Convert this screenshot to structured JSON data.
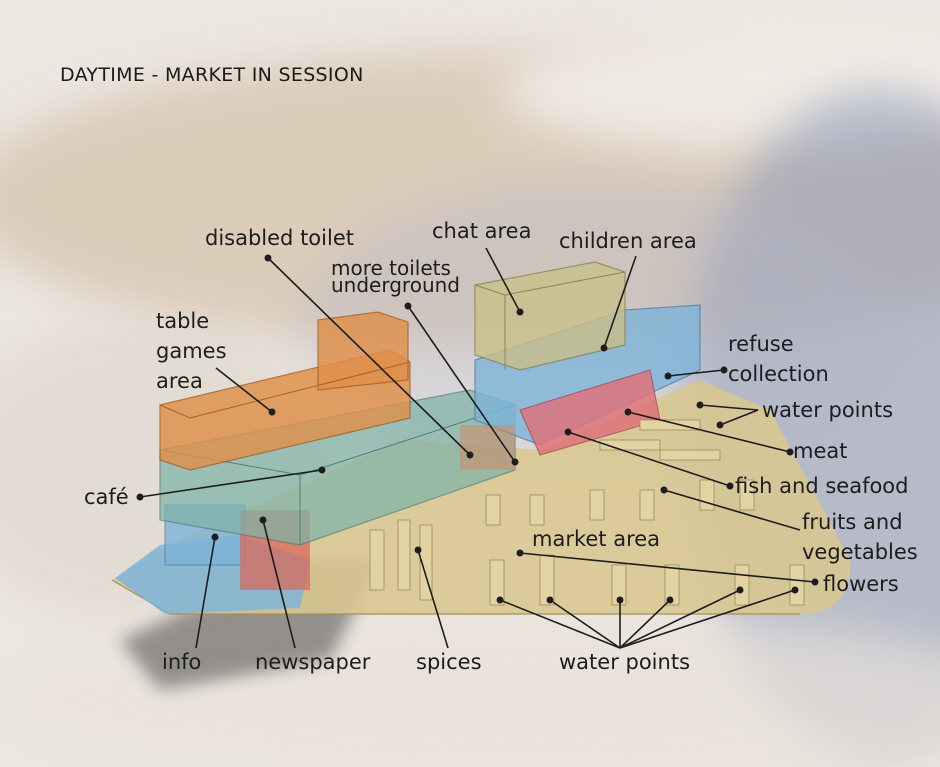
{
  "title": "DAYTIME - MARKET IN SESSION",
  "labels": {
    "disabled_toilet": "disabled toilet",
    "chat_area": "chat area",
    "children_area": "children area",
    "more_toilets_1": "more toilets",
    "more_toilets_2": "underground",
    "table_games_1": "table",
    "table_games_2": "games",
    "table_games_3": "area",
    "refuse_1": "refuse",
    "refuse_2": "collection",
    "water_points_top": "water points",
    "meat": "meat",
    "cafe": "café",
    "fish": "fish and seafood",
    "fruits_1": "fruits and",
    "fruits_2": "vegetables",
    "market_area": "market area",
    "flowers": "flowers",
    "info": "info",
    "newspaper": "newspaper",
    "spices": "spices",
    "water_points_bottom": "water points"
  },
  "colors": {
    "background": "#ebe6df",
    "wash_blue": "#8f9bb9",
    "wash_tan": "#c9ad92",
    "market_floor": "#d8c78f",
    "orange_block": "#e0904a",
    "teal_block": "#7fb3a8",
    "blue_block": "#7eb4d9",
    "olive_block": "#c9c08a",
    "red_stalls": "#e0707a",
    "leader_line": "#1d1d1d"
  }
}
